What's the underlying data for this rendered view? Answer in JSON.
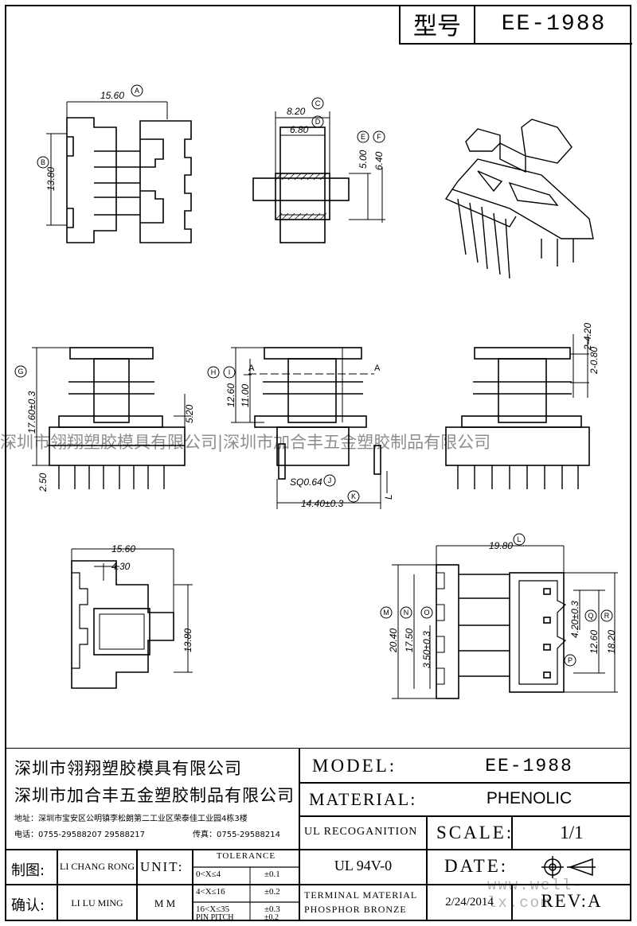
{
  "header": {
    "type_label": "型号",
    "model": "EE-1988"
  },
  "company": {
    "name_1": "深圳市翎翔塑胶模具有限公司",
    "name_2": "深圳市加合丰五金塑胶制品有限公司",
    "address": "地址：深圳市宝安区公明镇李松朗第二工业区荣泰佳工业园4栋3楼",
    "phone": "电话：0755-29588207 29588217",
    "fax": "传真：0755-29588214"
  },
  "title_block": {
    "model_label": "MODEL:",
    "model_value": "EE-1988",
    "material_label": "MATERIAL:",
    "material_value": "PHENOLIC",
    "ul_label": "UL RECOGANITION",
    "ul_value": "UL 94V-0",
    "scale_label": "SCALE:",
    "scale_value": "1/1",
    "date_label": "DATE:",
    "date_value": "2/24/2014",
    "rev_label": "REV:A",
    "drawn_label": "制图:",
    "drawn_value": "LI CHANG RONG",
    "check_label": "确认:",
    "check_value": "LI LU MING",
    "unit_label": "UNIT:",
    "unit_value": "M M",
    "terminal_1": "TERMINAL MATERIAL",
    "terminal_2": "PHOSPHOR  BRONZE",
    "tolerance_title": "TOLERANCE",
    "tolerances": [
      {
        "range": "0<X≤4",
        "value": "±0.1"
      },
      {
        "range": "4<X≤16",
        "value": "±0.2"
      },
      {
        "range": "16<X≤35",
        "value": "±0.3"
      },
      {
        "range": "PIN PITCH",
        "value": "±0.2"
      }
    ]
  },
  "watermark": "深圳市翎翔塑胶模具有限公司|深圳市加合丰五金塑胶制品有限公司",
  "website": "www.well-lx.com",
  "dimensions": {
    "top_width": "15.60",
    "top_height": "13.80",
    "c_val": "8.20",
    "d_val": "6.80",
    "e_val": "5.00",
    "f_val": "6.40",
    "g_val": "17.60±0.3",
    "h_val": "12.60",
    "i_val": "11.00",
    "gap_val": "5.20",
    "pin_len": "2.50",
    "j_val": "SQ0.64",
    "k_val": "14.40±0.3",
    "l_letter": "L",
    "w1": "2-4.20",
    "w2": "2-0.80",
    "b_width": "15.60",
    "b_inner": "4.30",
    "b_height": "13.80",
    "l_val": "19.80",
    "m_val": "20.40",
    "n_val": "17.50",
    "o_val": "3.50±0.3",
    "q_val": "4.20±0.3",
    "r_val": "12.60",
    "s_val": "18.20"
  },
  "callouts": [
    "A",
    "B",
    "C",
    "D",
    "E",
    "F",
    "G",
    "H",
    "I",
    "J",
    "K",
    "L",
    "M",
    "N",
    "O",
    "P",
    "Q",
    "R"
  ],
  "section_label": "A"
}
